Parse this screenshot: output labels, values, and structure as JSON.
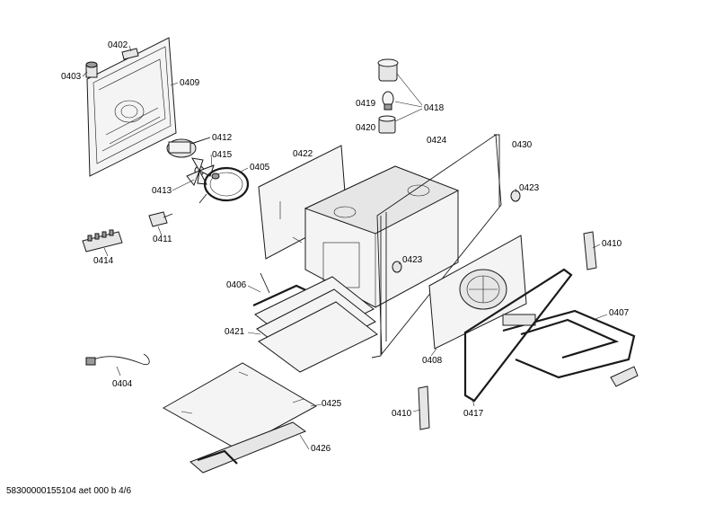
{
  "footer": "58300000155104 aet 000 b 4/6",
  "parts": [
    {
      "id": "p0402",
      "label": "0402"
    },
    {
      "id": "p0403",
      "label": "0403"
    },
    {
      "id": "p0409",
      "label": "0409"
    },
    {
      "id": "p0412",
      "label": "0412"
    },
    {
      "id": "p0415",
      "label": "0415"
    },
    {
      "id": "p0405",
      "label": "0405"
    },
    {
      "id": "p0413",
      "label": "0413"
    },
    {
      "id": "p0411",
      "label": "0411"
    },
    {
      "id": "p0414",
      "label": "0414"
    },
    {
      "id": "p0419",
      "label": "0419"
    },
    {
      "id": "p0418",
      "label": "0418"
    },
    {
      "id": "p0420",
      "label": "0420"
    },
    {
      "id": "p0424",
      "label": "0424"
    },
    {
      "id": "p0430",
      "label": "0430"
    },
    {
      "id": "p0422",
      "label": "0422"
    },
    {
      "id": "p0423a",
      "label": "0423"
    },
    {
      "id": "p0423b",
      "label": "0423"
    },
    {
      "id": "p0410a",
      "label": "0410"
    },
    {
      "id": "p0406",
      "label": "0406"
    },
    {
      "id": "p0407",
      "label": "0407"
    },
    {
      "id": "p0421",
      "label": "0421"
    },
    {
      "id": "p0408",
      "label": "0408"
    },
    {
      "id": "p0404",
      "label": "0404"
    },
    {
      "id": "p0425",
      "label": "0425"
    },
    {
      "id": "p0410b",
      "label": "0410"
    },
    {
      "id": "p0417",
      "label": "0417"
    },
    {
      "id": "p0426",
      "label": "0426"
    }
  ]
}
